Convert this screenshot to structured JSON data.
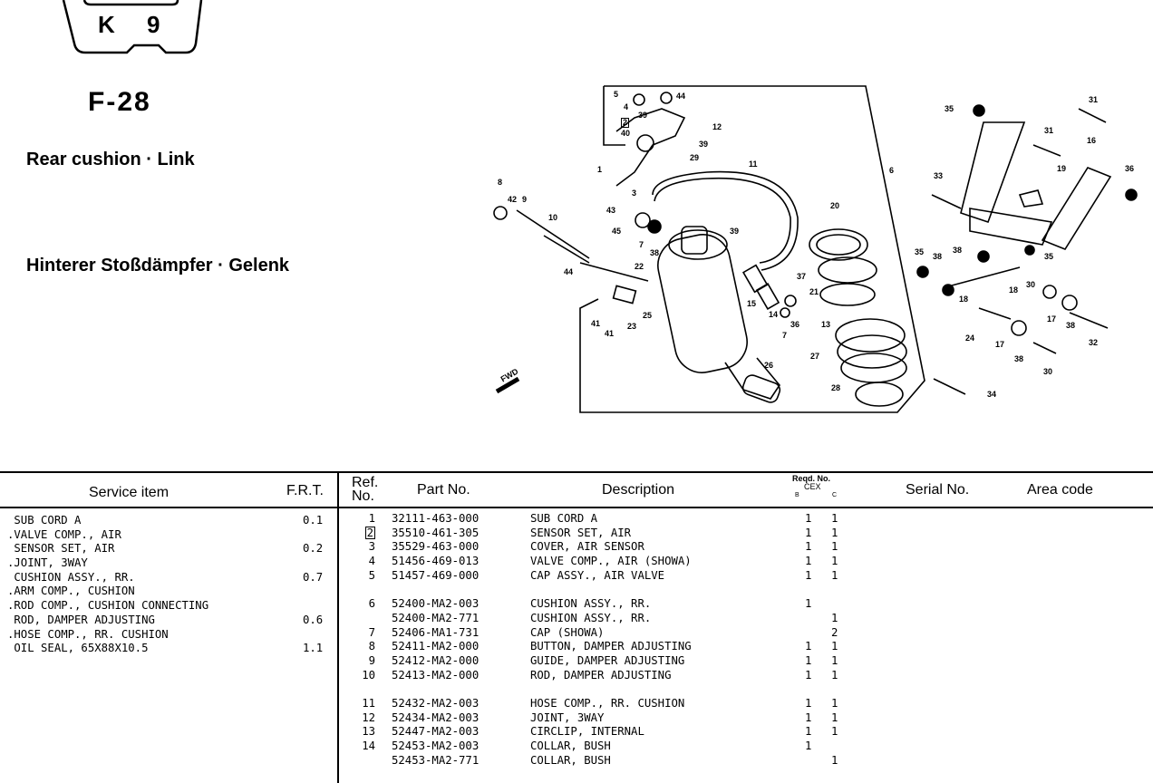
{
  "header": {
    "badge": "K 9",
    "figure": "F-28",
    "title_en": "Rear cushion · Link",
    "title_de": "Hinterer Stoßdämpfer · Gelenk"
  },
  "diagram": {
    "callouts": [
      "5",
      "44",
      "4",
      "39",
      "12",
      "2",
      "40",
      "39",
      "29",
      "11",
      "1",
      "3",
      "6",
      "8",
      "42",
      "9",
      "10",
      "43",
      "45",
      "7",
      "38",
      "39",
      "20",
      "22",
      "44",
      "25",
      "41",
      "41",
      "23",
      "15",
      "14",
      "36",
      "7",
      "37",
      "21",
      "13",
      "27",
      "26",
      "28",
      "35",
      "31",
      "31",
      "16",
      "19",
      "33",
      "36",
      "35",
      "38",
      "38",
      "18",
      "18",
      "30",
      "35",
      "17",
      "38",
      "32",
      "24",
      "17",
      "38",
      "30",
      "34",
      "FWD"
    ]
  },
  "service_table": {
    "headers": {
      "item": "Service item",
      "frt": "F.R.T."
    },
    "rows": [
      {
        "item": " SUB CORD A",
        "frt": "0.1"
      },
      {
        "item": ".VALVE COMP., AIR",
        "frt": ""
      },
      {
        "item": " SENSOR SET, AIR",
        "frt": "0.2"
      },
      {
        "item": ".JOINT, 3WAY",
        "frt": ""
      },
      {
        "item": " CUSHION ASSY., RR.",
        "frt": "0.7"
      },
      {
        "item": ".ARM COMP., CUSHION",
        "frt": ""
      },
      {
        "item": ".ROD COMP., CUSHION CONNECTING",
        "frt": ""
      },
      {
        "item": " ROD, DAMPER ADJUSTING",
        "frt": "0.6"
      },
      {
        "item": ".HOSE COMP., RR. CUSHION",
        "frt": ""
      },
      {
        "item": " OIL SEAL, 65X88X10.5",
        "frt": "1.1"
      }
    ]
  },
  "parts_table": {
    "headers": {
      "ref": "Ref.",
      "ref2": "No.",
      "part": "Part No.",
      "desc": "Description",
      "reqd": "Reqd. No.",
      "cex": "CEX",
      "col_b": "B",
      "col_c": "C",
      "serial": "Serial No.",
      "area": "Area code"
    },
    "rows": [
      {
        "ref": "1",
        "part": "32111-463-000",
        "desc": "SUB CORD A",
        "b": "1",
        "c": "1"
      },
      {
        "ref": "2",
        "boxed": true,
        "part": "35510-461-305",
        "desc": "SENSOR SET, AIR",
        "b": "1",
        "c": "1"
      },
      {
        "ref": "3",
        "part": "35529-463-000",
        "desc": "COVER, AIR SENSOR",
        "b": "1",
        "c": "1"
      },
      {
        "ref": "4",
        "part": "51456-469-013",
        "desc": "VALVE COMP., AIR (SHOWA)",
        "b": "1",
        "c": "1"
      },
      {
        "ref": "5",
        "part": "51457-469-000",
        "desc": "CAP ASSY., AIR VALVE",
        "b": "1",
        "c": "1"
      },
      {
        "ref": "",
        "part": "",
        "desc": "",
        "b": "",
        "c": ""
      },
      {
        "ref": "6",
        "part": "52400-MA2-003",
        "desc": "CUSHION ASSY., RR.",
        "b": "1",
        "c": ""
      },
      {
        "ref": "",
        "part": "52400-MA2-771",
        "desc": "CUSHION ASSY., RR.",
        "b": "",
        "c": "1"
      },
      {
        "ref": "7",
        "part": "52406-MA1-731",
        "desc": "CAP (SHOWA)",
        "b": "",
        "c": "2"
      },
      {
        "ref": "8",
        "part": "52411-MA2-000",
        "desc": "BUTTON, DAMPER ADJUSTING",
        "b": "1",
        "c": "1"
      },
      {
        "ref": "9",
        "part": "52412-MA2-000",
        "desc": "GUIDE, DAMPER ADJUSTING",
        "b": "1",
        "c": "1"
      },
      {
        "ref": "10",
        "part": "52413-MA2-000",
        "desc": "ROD, DAMPER ADJUSTING",
        "b": "1",
        "c": "1"
      },
      {
        "ref": "",
        "part": "",
        "desc": "",
        "b": "",
        "c": ""
      },
      {
        "ref": "11",
        "part": "52432-MA2-003",
        "desc": "HOSE COMP., RR. CUSHION",
        "b": "1",
        "c": "1"
      },
      {
        "ref": "12",
        "part": "52434-MA2-003",
        "desc": "JOINT, 3WAY",
        "b": "1",
        "c": "1"
      },
      {
        "ref": "13",
        "part": "52447-MA2-003",
        "desc": "CIRCLIP, INTERNAL",
        "b": "1",
        "c": "1"
      },
      {
        "ref": "14",
        "part": "52453-MA2-003",
        "desc": "COLLAR, BUSH",
        "b": "1",
        "c": ""
      },
      {
        "ref": "",
        "part": "52453-MA2-771",
        "desc": "COLLAR, BUSH",
        "b": "",
        "c": "1"
      }
    ]
  }
}
